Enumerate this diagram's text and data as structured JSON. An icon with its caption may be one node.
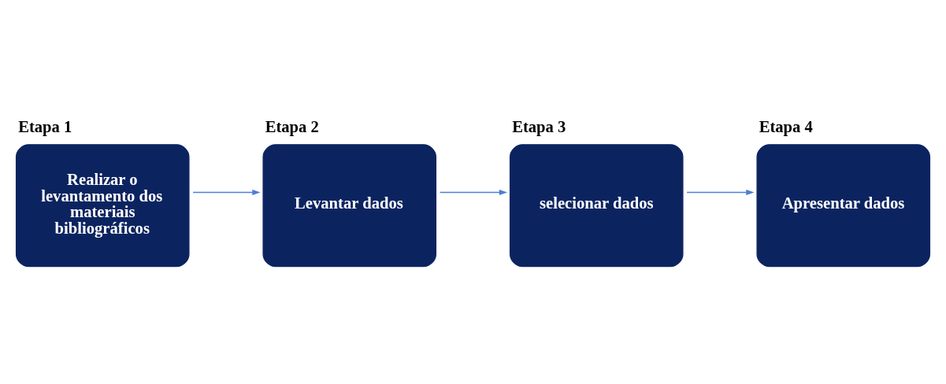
{
  "diagram": {
    "nodes": [
      {
        "text": [
          "Etapa 1",
          "Realizar o levantamento dos materiais bibliográficos"
        ]
      },
      {
        "text": [
          "Etapa 2",
          "Levantar dados"
        ]
      },
      {
        "text": [
          "Etapa 3",
          "selecionar dados"
        ]
      },
      {
        "text": [
          "Etapa 4",
          "Apresentar dados"
        ]
      }
    ],
    "edges": [
      {
        "from": 0,
        "to": 1,
        "arrow": "to"
      },
      {
        "from": 1,
        "to": 2,
        "arrow": "to"
      },
      {
        "from": 2,
        "to": 3,
        "arrow": "to"
      }
    ]
  }
}
